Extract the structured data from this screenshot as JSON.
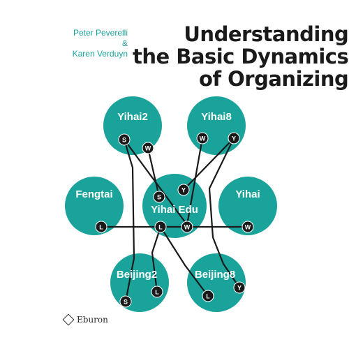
{
  "cover": {
    "authors": [
      "Peter Peverelli &",
      "Karen Verduyn"
    ],
    "title_lines": [
      "Understanding",
      "the Basic Dynamics",
      "of Organizing"
    ],
    "publisher": "Eburon",
    "publisher_logo": "eburon-logo-icon"
  },
  "colors": {
    "node_fill": "#1aa39b",
    "port_fill": "#1a1a1a",
    "line": "#1a1a1a",
    "author_text": "#1aa39b"
  },
  "nodes": [
    {
      "id": "yihai2",
      "label": "Yihai2"
    },
    {
      "id": "yihai8",
      "label": "Yihai8"
    },
    {
      "id": "fengtai",
      "label": "Fengtai"
    },
    {
      "id": "yihai-edu",
      "label": "Yihai Edu"
    },
    {
      "id": "yihai",
      "label": "Yihai"
    },
    {
      "id": "beijing2",
      "label": "Beijing2"
    },
    {
      "id": "beijing8",
      "label": "Beijing8"
    }
  ],
  "ports": [
    {
      "id": "y2-s",
      "label": "S"
    },
    {
      "id": "y2-w",
      "label": "W"
    },
    {
      "id": "y8-w",
      "label": "W"
    },
    {
      "id": "y8-y",
      "label": "Y"
    },
    {
      "id": "f-l",
      "label": "L"
    },
    {
      "id": "e-s",
      "label": "S"
    },
    {
      "id": "e-y",
      "label": "Y"
    },
    {
      "id": "e-l",
      "label": "L"
    },
    {
      "id": "e-w",
      "label": "W"
    },
    {
      "id": "yh-w",
      "label": "W"
    },
    {
      "id": "b2-l",
      "label": "L"
    },
    {
      "id": "b2-s",
      "label": "S"
    },
    {
      "id": "b8-l",
      "label": "L"
    },
    {
      "id": "b8-y",
      "label": "Y"
    }
  ]
}
